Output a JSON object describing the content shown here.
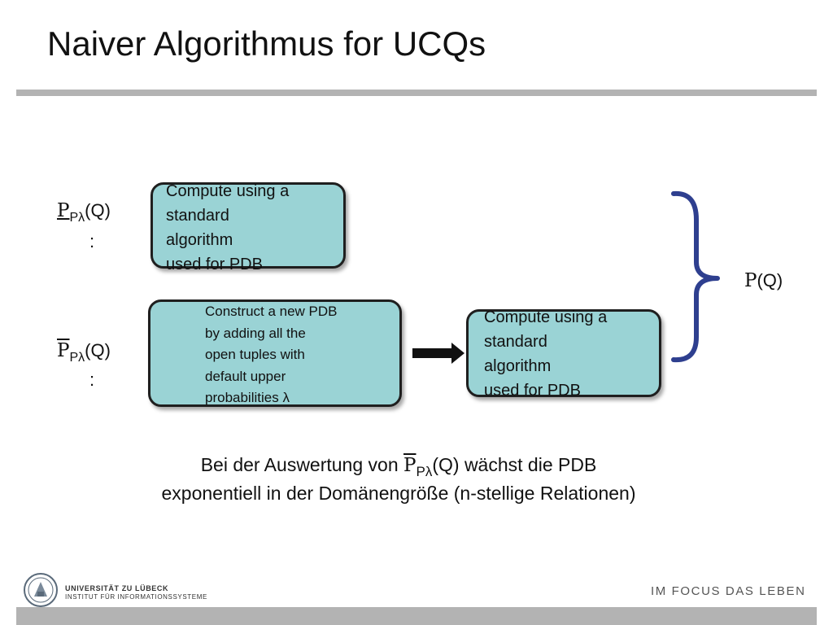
{
  "title": "Naiver Algorithmus for UCQs",
  "lower_label": {
    "P": "P",
    "sub": "Pλ",
    "arg": "(Q)",
    "colon": ":"
  },
  "upper_label": {
    "P": "P",
    "sub": "Pλ",
    "arg": "(Q)",
    "colon": ":"
  },
  "box1_text": "Compute using a\nstandard\nalgorithm\nused for PDB",
  "box2_text": "Construct a new PDB\nby adding all the\nopen tuples with\ndefault upper\nprobabilities λ",
  "box3_text": "Compute using a\nstandard\nalgorithm\n    used for PDB",
  "result_label": {
    "P": "P",
    "arg": "(Q)"
  },
  "bottom_text": {
    "before": "Bei der Auswertung von ",
    "P": "P",
    "sub": "Pλ",
    "after": "(Q) wächst die PDB",
    "line2": "exponentiell in der Domänengröße (n-stellige Relationen)"
  },
  "footer": {
    "university": "UNIVERSITÄT ZU LÜBECK",
    "institute": "INSTITUT FÜR INFORMATIONSSYSTEME",
    "slogan": "IM FOCUS DAS LEBEN"
  },
  "colors": {
    "box_fill": "#9ad3d5",
    "brace": "#2e3f8f",
    "rule": "#b3b3b3"
  }
}
